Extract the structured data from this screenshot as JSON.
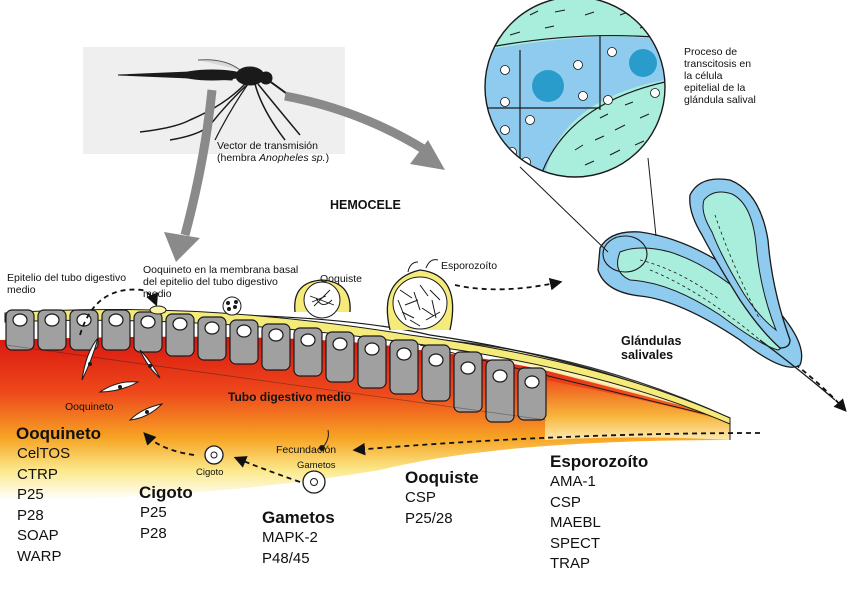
{
  "mosquito": {
    "caption_line1": "Vector de transmisión",
    "caption_line2_prefix": "(hembra ",
    "caption_line2_species": "Anopheles sp.",
    "caption_line2_suffix": ")"
  },
  "labels": {
    "hemocele": "HEMOCELE",
    "epitelio_1": "Epitelio del tubo digestivo",
    "epitelio_2": "medio",
    "ooquineto_membrana_1": "Ooquineto en la membrana basal",
    "ooquineto_membrana_2": "del epitelio del tubo digestivo",
    "ooquineto_membrana_3": "medio",
    "ooquiste": "Ooquiste",
    "esporozoito": "Esporozoíto",
    "tubo_digestivo": "Tubo digestivo medio",
    "ooquineto": "Ooquineto",
    "cigoto": "Cigoto",
    "gametos": "Gametos",
    "fecundacion": "Fecundación",
    "glandulas_1": "Glándulas",
    "glandulas_2": "salivales",
    "transcitosis_1": "Proceso de",
    "transcitosis_2": "transcitosis en",
    "transcitosis_3": "la célula",
    "transcitosis_4": "epitelial de la",
    "transcitosis_5": "glándula salival"
  },
  "stages": [
    {
      "title": "Ooquineto",
      "proteins": [
        "CelTOS",
        "CTRP",
        "P25",
        "P28",
        "SOAP",
        "WARP"
      ]
    },
    {
      "title": "Cigoto",
      "proteins": [
        "P25",
        "P28"
      ]
    },
    {
      "title": "Gametos",
      "proteins": [
        "MAPK-2",
        "P48/45"
      ]
    },
    {
      "title": "Ooquiste",
      "proteins": [
        "CSP",
        "P25/28"
      ]
    },
    {
      "title": "Esporozoíto",
      "proteins": [
        "AMA-1",
        "CSP",
        "MAEBL",
        "SPECT",
        "TRAP"
      ]
    }
  ],
  "colors": {
    "gut_red": "#e8301a",
    "gut_orange": "#f6a020",
    "gut_yellow": "#fbf3a6",
    "epithelium": "#9a9a9a",
    "gland_blue": "#8ecbef",
    "gland_cyan": "#a9eddd",
    "nucleus": "#2a9ccc",
    "arrow_gray": "#8a8a8a"
  }
}
